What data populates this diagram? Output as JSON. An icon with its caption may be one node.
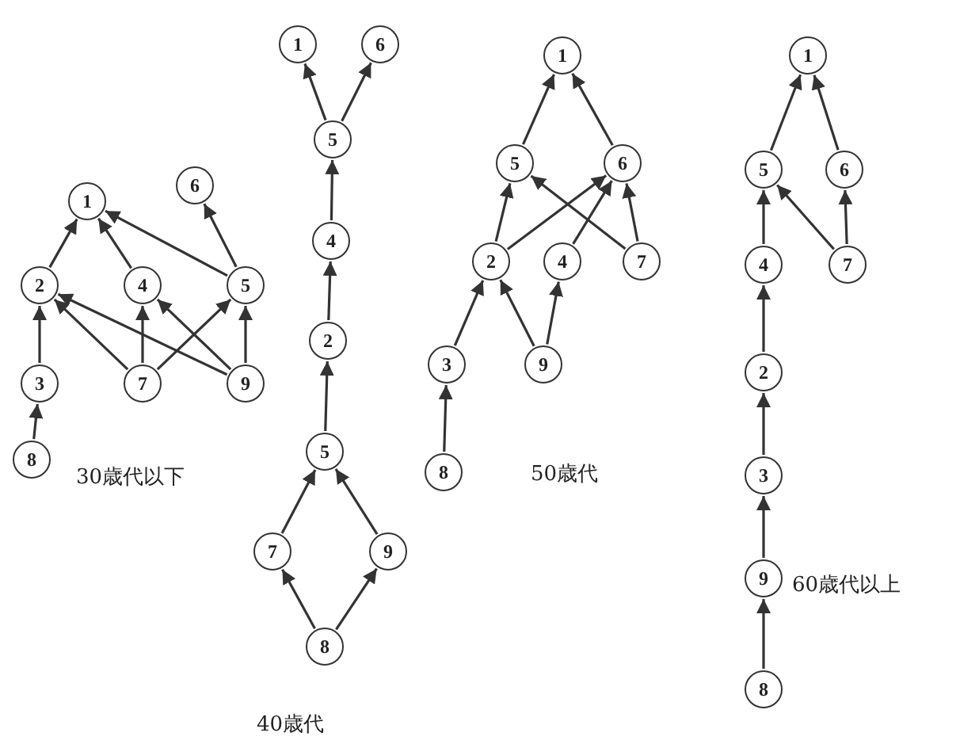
{
  "diagram": {
    "nodes": [
      {
        "text": [
          "1"
        ]
      },
      {
        "text": [
          "6"
        ]
      },
      {
        "text": [
          "2"
        ]
      },
      {
        "text": [
          "4"
        ]
      },
      {
        "text": [
          "5"
        ]
      },
      {
        "text": [
          "3"
        ]
      },
      {
        "text": [
          "7"
        ]
      },
      {
        "text": [
          "9"
        ]
      },
      {
        "text": [
          "8"
        ]
      },
      {
        "text": [
          "1"
        ]
      },
      {
        "text": [
          "6"
        ]
      },
      {
        "text": [
          "5"
        ]
      },
      {
        "text": [
          "4"
        ]
      },
      {
        "text": [
          "2"
        ]
      },
      {
        "text": [
          "5"
        ]
      },
      {
        "text": [
          "7"
        ]
      },
      {
        "text": [
          "9"
        ]
      },
      {
        "text": [
          "8"
        ]
      },
      {
        "text": [
          "1"
        ]
      },
      {
        "text": [
          "5"
        ]
      },
      {
        "text": [
          "6"
        ]
      },
      {
        "text": [
          "2"
        ]
      },
      {
        "text": [
          "4"
        ]
      },
      {
        "text": [
          "7"
        ]
      },
      {
        "text": [
          "3"
        ]
      },
      {
        "text": [
          "9"
        ]
      },
      {
        "text": [
          "8"
        ]
      },
      {
        "text": [
          "1"
        ]
      },
      {
        "text": [
          "5"
        ]
      },
      {
        "text": [
          "6"
        ]
      },
      {
        "text": [
          "4"
        ]
      },
      {
        "text": [
          "7"
        ]
      },
      {
        "text": [
          "2"
        ]
      },
      {
        "text": [
          "3"
        ]
      },
      {
        "text": [
          "9"
        ]
      },
      {
        "text": [
          "8"
        ]
      }
    ],
    "edges": [
      {
        "from": 2,
        "to": 0,
        "arrow": "to"
      },
      {
        "from": 3,
        "to": 0,
        "arrow": "to"
      },
      {
        "from": 4,
        "to": 0,
        "arrow": "to"
      },
      {
        "from": 4,
        "to": 1,
        "arrow": "to"
      },
      {
        "from": 5,
        "to": 2,
        "arrow": "to"
      },
      {
        "from": 6,
        "to": 2,
        "arrow": "to"
      },
      {
        "from": 7,
        "to": 2,
        "arrow": "to"
      },
      {
        "from": 6,
        "to": 3,
        "arrow": "to"
      },
      {
        "from": 7,
        "to": 3,
        "arrow": "to"
      },
      {
        "from": 6,
        "to": 4,
        "arrow": "to"
      },
      {
        "from": 7,
        "to": 4,
        "arrow": "to"
      },
      {
        "from": 8,
        "to": 5,
        "arrow": "to"
      },
      {
        "from": 11,
        "to": 9,
        "arrow": "to"
      },
      {
        "from": 11,
        "to": 10,
        "arrow": "to"
      },
      {
        "from": 12,
        "to": 11,
        "arrow": "to"
      },
      {
        "from": 13,
        "to": 12,
        "arrow": "to"
      },
      {
        "from": 14,
        "to": 13,
        "arrow": "to"
      },
      {
        "from": 15,
        "to": 14,
        "arrow": "to"
      },
      {
        "from": 16,
        "to": 14,
        "arrow": "to"
      },
      {
        "from": 17,
        "to": 15,
        "arrow": "to"
      },
      {
        "from": 17,
        "to": 16,
        "arrow": "to"
      },
      {
        "from": 19,
        "to": 18,
        "arrow": "to"
      },
      {
        "from": 20,
        "to": 18,
        "arrow": "to"
      },
      {
        "from": 21,
        "to": 19,
        "arrow": "to"
      },
      {
        "from": 21,
        "to": 20,
        "arrow": "to"
      },
      {
        "from": 23,
        "to": 19,
        "arrow": "to"
      },
      {
        "from": 22,
        "to": 20,
        "arrow": "to"
      },
      {
        "from": 23,
        "to": 20,
        "arrow": "to"
      },
      {
        "from": 24,
        "to": 21,
        "arrow": "to"
      },
      {
        "from": 25,
        "to": 21,
        "arrow": "to"
      },
      {
        "from": 25,
        "to": 22,
        "arrow": "to"
      },
      {
        "from": 26,
        "to": 24,
        "arrow": "to"
      },
      {
        "from": 28,
        "to": 27,
        "arrow": "to"
      },
      {
        "from": 29,
        "to": 27,
        "arrow": "to"
      },
      {
        "from": 31,
        "to": 28,
        "arrow": "to"
      },
      {
        "from": 31,
        "to": 29,
        "arrow": "to"
      },
      {
        "from": 30,
        "to": 28,
        "arrow": "to"
      },
      {
        "from": 32,
        "to": 30,
        "arrow": "to"
      },
      {
        "from": 33,
        "to": 32,
        "arrow": "to"
      },
      {
        "from": 34,
        "to": 33,
        "arrow": "to"
      },
      {
        "from": 35,
        "to": 34,
        "arrow": "to"
      }
    ],
    "labels": [
      "30歳代以下",
      "40歳代",
      "50歳代",
      "60歳代以上"
    ]
  }
}
